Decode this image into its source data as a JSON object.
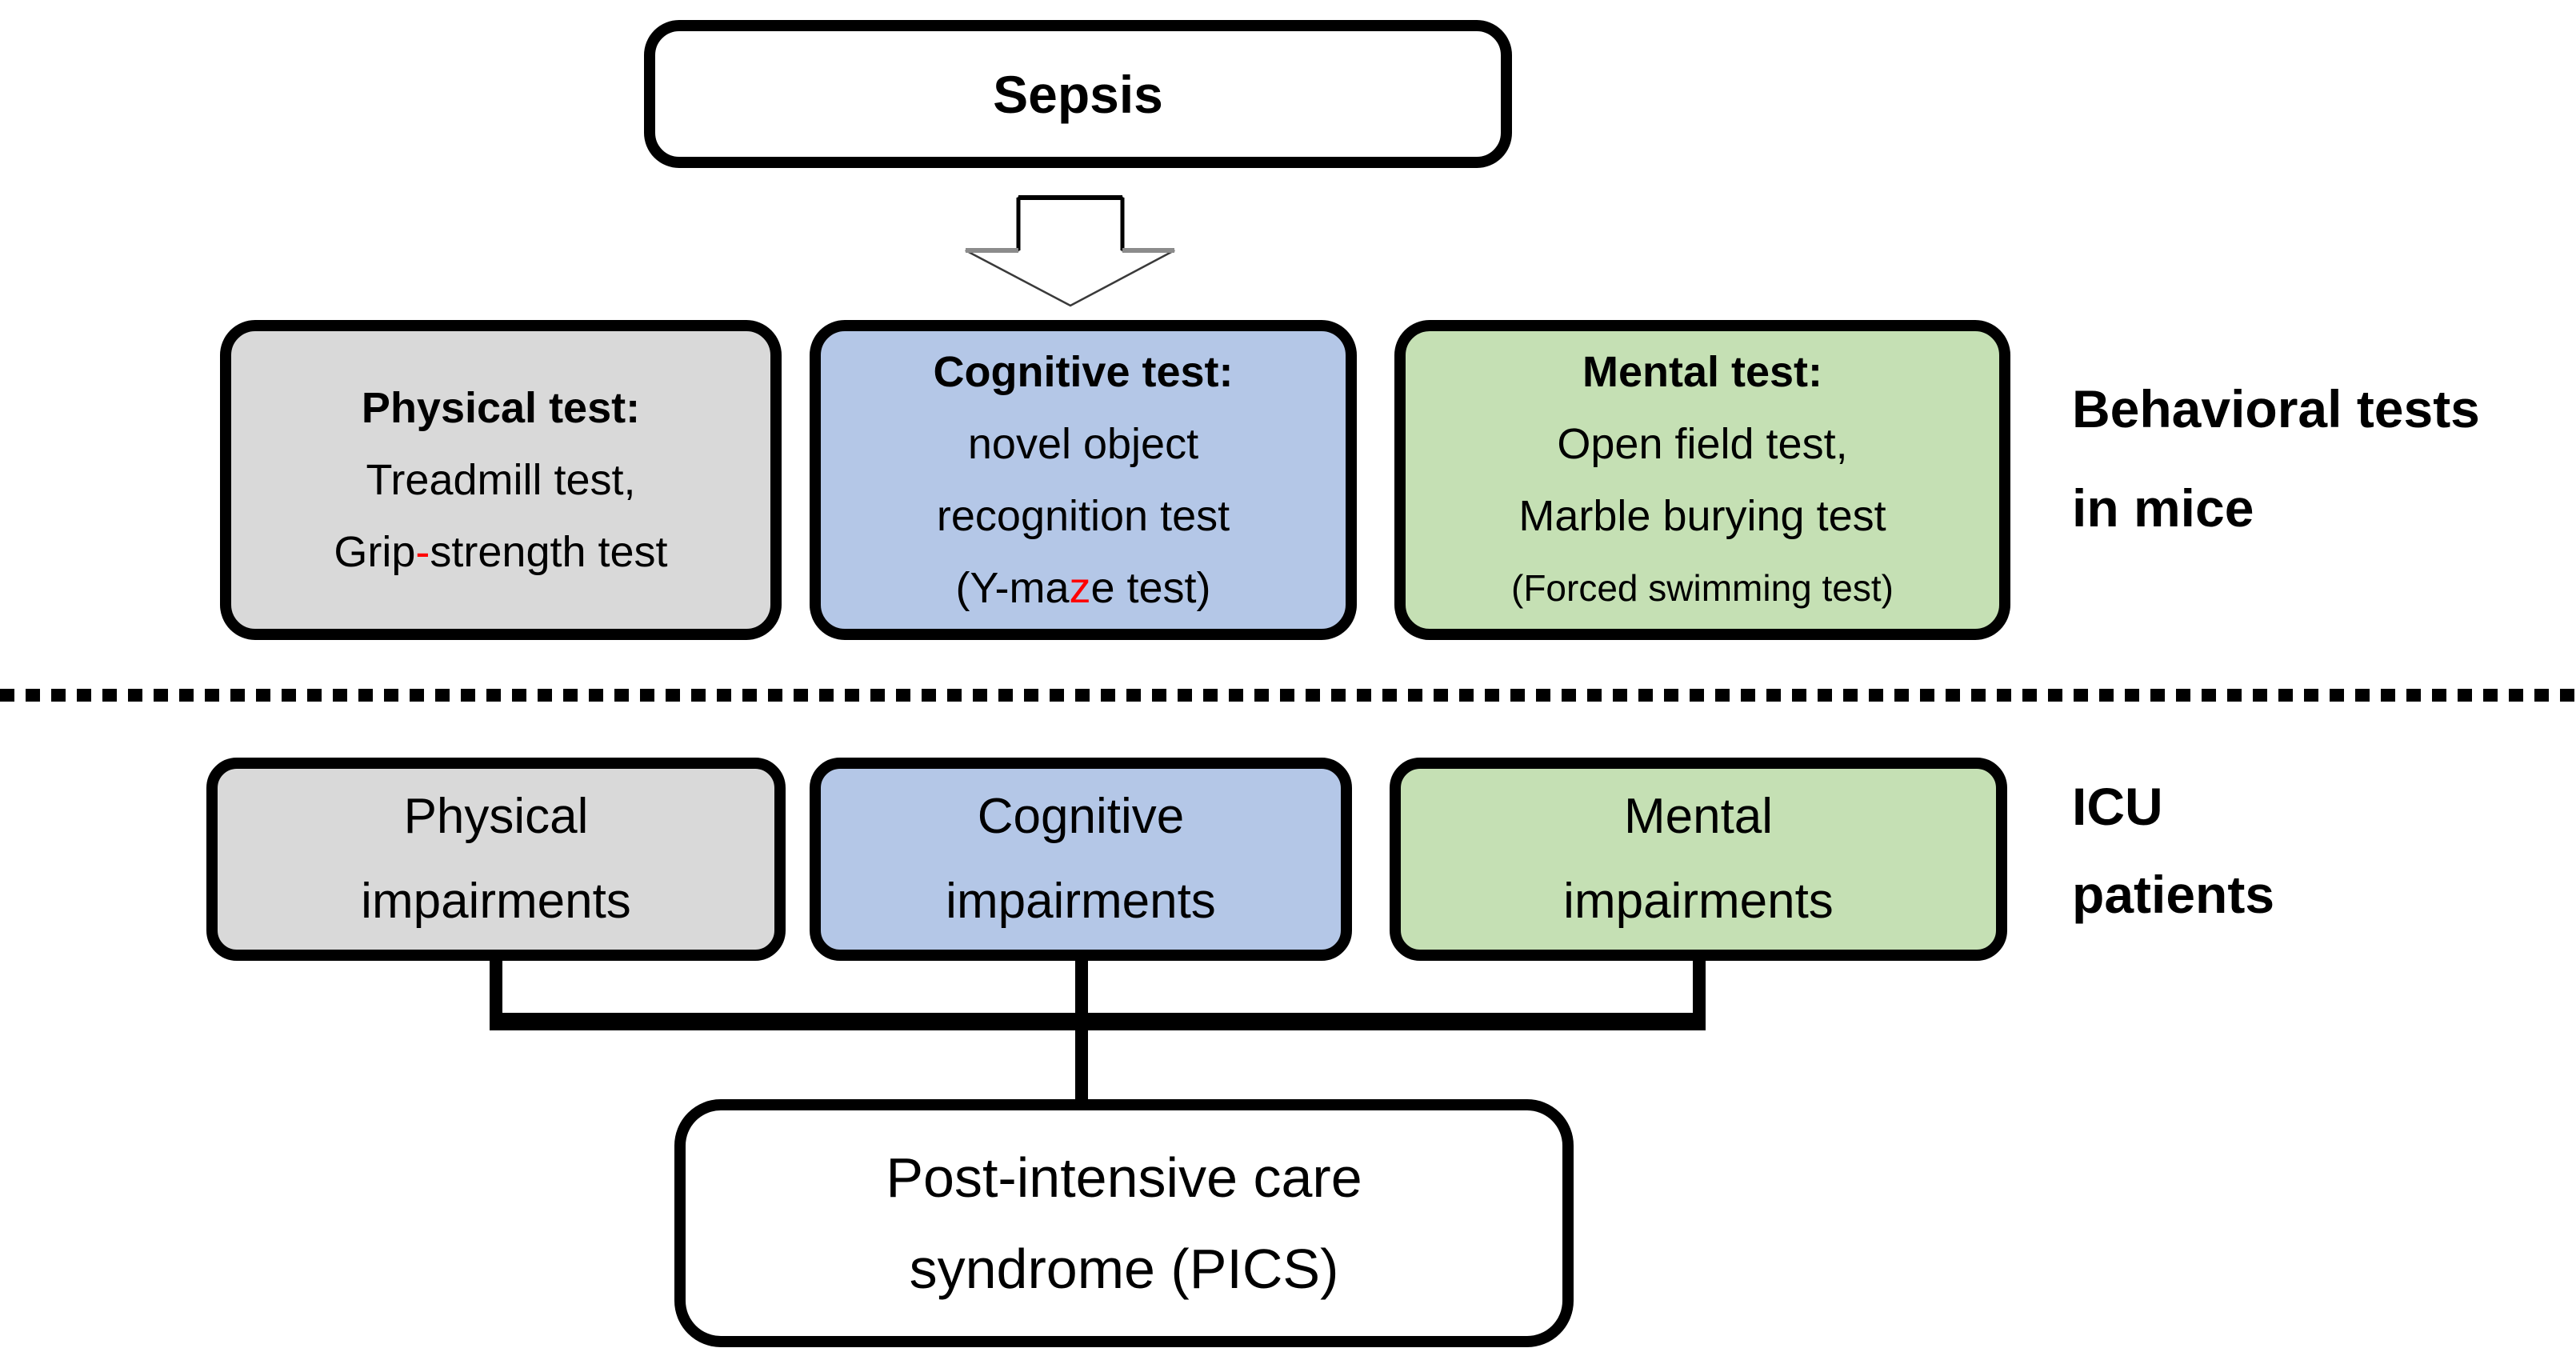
{
  "colors": {
    "box_border": "#000000",
    "physical_fill_gray": "#d9d9d9",
    "cognitive_fill_blue": "#b4c7e7",
    "mental_fill_green": "#c5e0b4",
    "highlight_red": "#ff0000",
    "text": "#000000"
  },
  "top": {
    "sepsis_label": "Sepsis"
  },
  "behavioral_row": {
    "side_label": {
      "line1": "Behavioral tests",
      "line2": "in mice"
    },
    "physical": {
      "title": "Physical test:",
      "line2": "Treadmill test,",
      "line3_pre": "Grip",
      "line3_red": "-",
      "line3_post": "strength test"
    },
    "cognitive": {
      "title": "Cognitive test:",
      "line2": "novel object",
      "line3": "recognition test",
      "line4_pre": "(Y-ma",
      "line4_red": "z",
      "line4_post": "e test)"
    },
    "mental": {
      "title": "Mental test:",
      "line2": "Open field test,",
      "line3": "Marble burying test",
      "line4": "(Forced swimming test)"
    }
  },
  "icu_row": {
    "side_label": {
      "line1": "ICU",
      "line2": "patients"
    },
    "physical": {
      "line1": "Physical",
      "line2": "impairments"
    },
    "cognitive": {
      "line1": "Cognitive",
      "line2": "impairments"
    },
    "mental": {
      "line1": "Mental",
      "line2": "impairments"
    }
  },
  "outcome": {
    "line1": "Post-intensive care",
    "line2": "syndrome (PICS)"
  }
}
